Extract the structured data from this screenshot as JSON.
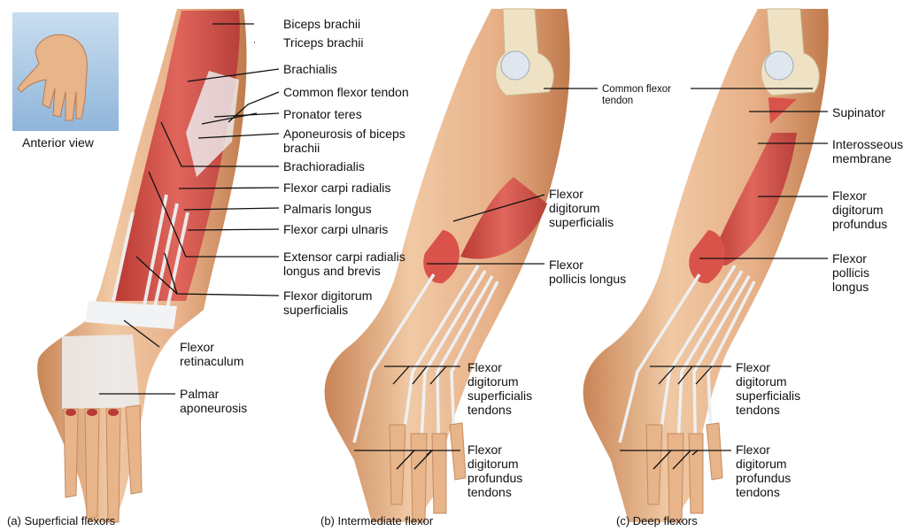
{
  "figure": {
    "inset_caption": "Anterior view",
    "panels": [
      {
        "id": "a",
        "caption": "(a) Superficial flexors",
        "labels": [
          "Biceps brachii",
          "Triceps brachii",
          "Brachialis",
          "Common flexor tendon",
          "Pronator teres",
          "Aponeurosis of biceps\nbrachii",
          "Brachioradialis",
          "Flexor carpi radialis",
          "Palmaris longus",
          "Flexor carpi ulnaris",
          "Extensor carpi radialis\nlongus and brevis",
          "Flexor digitorum\nsuperficialis",
          "Flexor\nretinaculum",
          "Palmar\naponeurosis"
        ]
      },
      {
        "id": "b",
        "caption": "(b) Intermediate flexor",
        "labels": [
          "Common flexor\ntendon",
          "Flexor\ndigitorum\nsuperficialis",
          "Flexor\npollicis longus",
          "Flexor\ndigitorum\nsuperficialis\ntendons",
          "Flexor\ndigitorum\nprofundus\ntendons"
        ]
      },
      {
        "id": "c",
        "caption": "(c) Deep flexors",
        "labels": [
          "Supinator",
          "Interosseous\nmembrane",
          "Flexor\ndigitorum\nprofundus",
          "Flexor\npollicis\nlongus",
          "Flexor\ndigitorum\nsuperficialis\ntendons",
          "Flexor\ndigitorum\nprofundus\ntendons"
        ]
      }
    ]
  },
  "colors": {
    "background": "#ffffff",
    "skin": "#e8b48a",
    "skin_shadow": "#cf8a5e",
    "muscle": "#d9534a",
    "muscle_dark": "#b83b35",
    "tendon": "#eef0f2",
    "bone": "#efe2c4",
    "leader": "#111111",
    "inset_bg": "#a9c9e6"
  }
}
